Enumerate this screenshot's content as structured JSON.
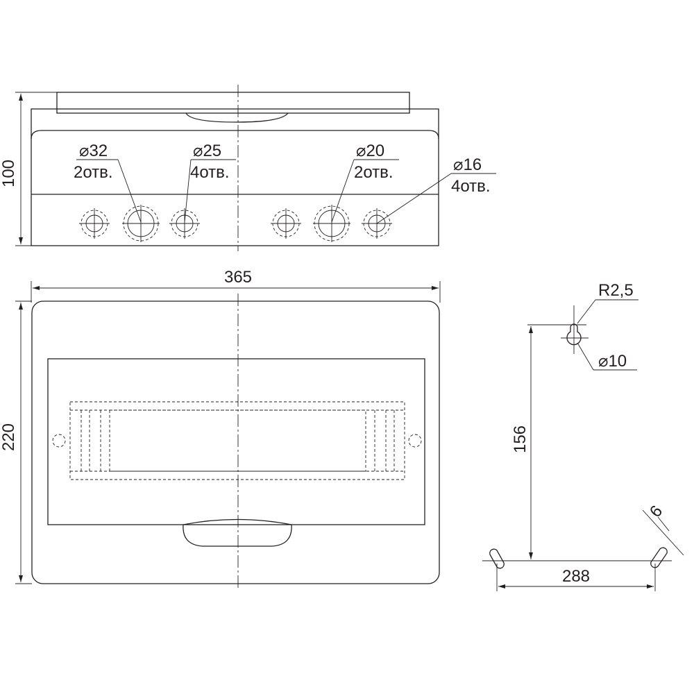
{
  "dimensions": {
    "side_height": "100",
    "width": "365",
    "height": "220",
    "mount_vertical": "156",
    "mount_horizontal": "288",
    "slot_width": "6",
    "keyhole_radius": "R2,5",
    "keyhole_diameter": "⌀10"
  },
  "holes": [
    {
      "diameter": "⌀32",
      "count": "2отв."
    },
    {
      "diameter": "⌀25",
      "count": "4отв."
    },
    {
      "diameter": "⌀20",
      "count": "2отв."
    },
    {
      "diameter": "⌀16",
      "count": "4отв."
    }
  ]
}
